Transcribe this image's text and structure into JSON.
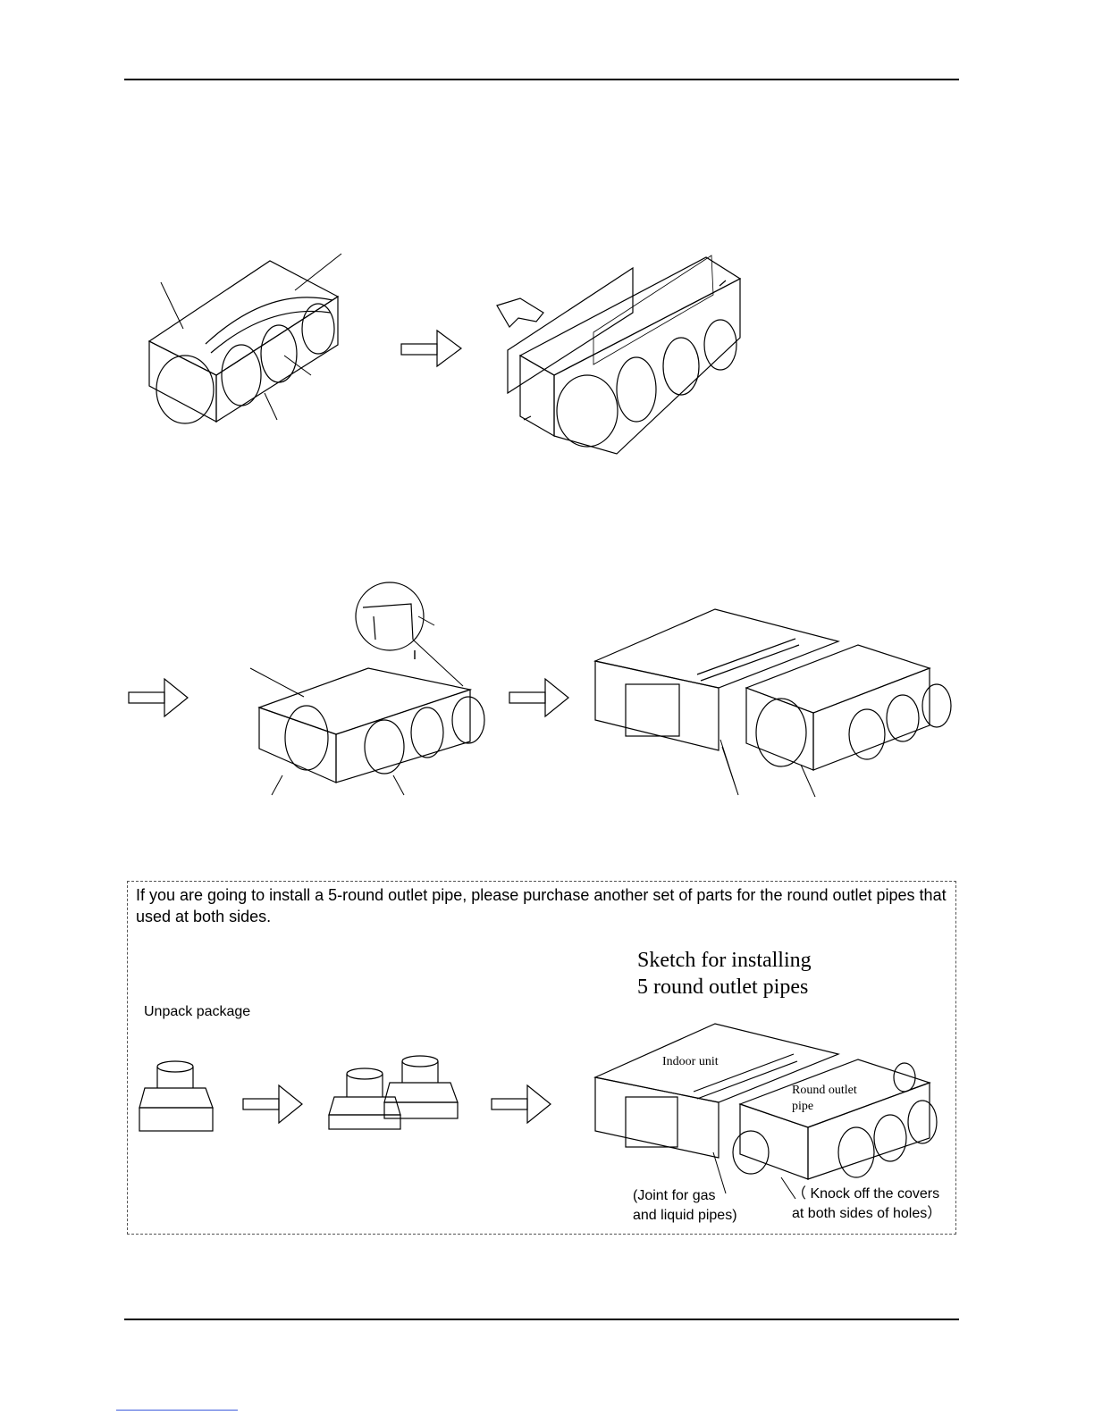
{
  "note": {
    "text": "If you are going to install a 5-round outlet pipe, please purchase another set of parts for the round outlet pipes that used at both sides."
  },
  "sketch": {
    "title_line1": "Sketch for installing",
    "title_line2": "5 round outlet pipes",
    "unpack_label": "Unpack package",
    "indoor_unit_label": "Indoor unit",
    "round_outlet_line1": "Round outlet",
    "round_outlet_line2": "pipe",
    "joint_line1": "(Joint for gas",
    "joint_line2": "and liquid pipes)",
    "knock_line1": "（ Knock off the covers",
    "knock_line2": "at both sides of holes）"
  },
  "colors": {
    "line": "#000000",
    "link": "#3b5bdb",
    "dashed_border": "#555555"
  }
}
